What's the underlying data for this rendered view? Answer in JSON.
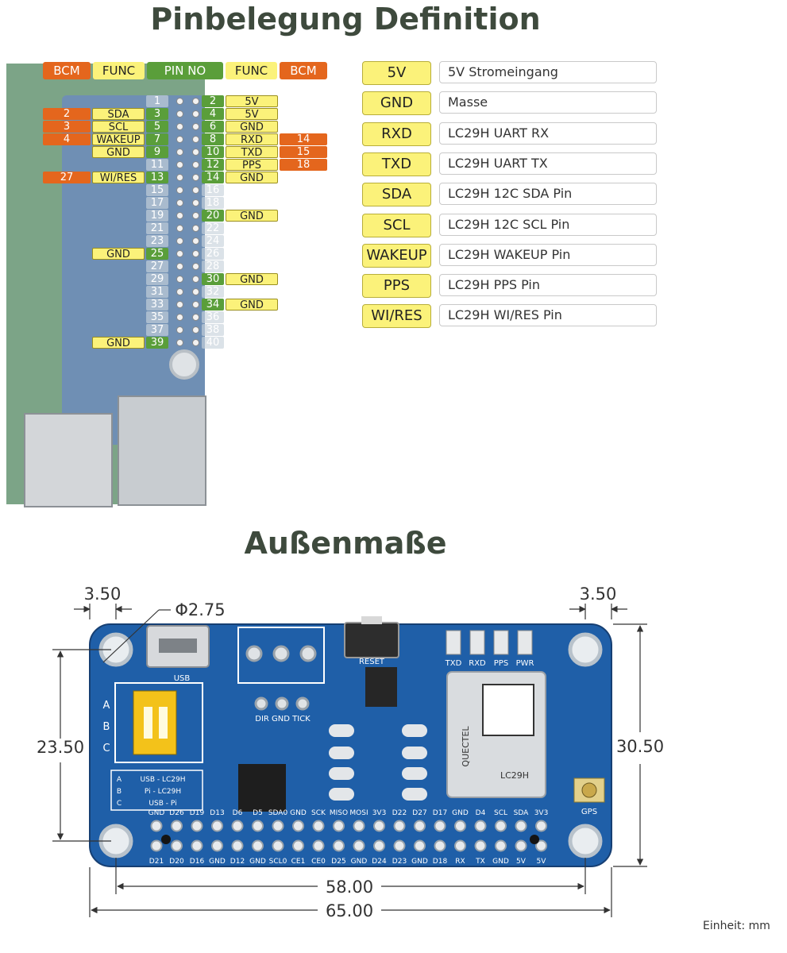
{
  "titles": {
    "pinout": "Pinbelegung Definition",
    "dims": "Außenmaße"
  },
  "header": {
    "bcm": "BCM",
    "func": "FUNC",
    "pin_no": "PIN NO"
  },
  "pins_left": [
    {
      "pin": "1",
      "func": "",
      "bcm": ""
    },
    {
      "pin": "3",
      "func": "SDA",
      "bcm": "2"
    },
    {
      "pin": "5",
      "func": "SCL",
      "bcm": "3"
    },
    {
      "pin": "7",
      "func": "WAKEUP",
      "bcm": "4"
    },
    {
      "pin": "9",
      "func": "GND",
      "bcm": ""
    },
    {
      "pin": "11",
      "func": "",
      "bcm": ""
    },
    {
      "pin": "13",
      "func": "WI/RES",
      "bcm": "27"
    },
    {
      "pin": "15",
      "func": "",
      "bcm": ""
    },
    {
      "pin": "17",
      "func": "",
      "bcm": ""
    },
    {
      "pin": "19",
      "func": "",
      "bcm": ""
    },
    {
      "pin": "21",
      "func": "",
      "bcm": ""
    },
    {
      "pin": "23",
      "func": "",
      "bcm": ""
    },
    {
      "pin": "25",
      "func": "GND",
      "bcm": ""
    },
    {
      "pin": "27",
      "func": "",
      "bcm": ""
    },
    {
      "pin": "29",
      "func": "",
      "bcm": ""
    },
    {
      "pin": "31",
      "func": "",
      "bcm": ""
    },
    {
      "pin": "33",
      "func": "",
      "bcm": ""
    },
    {
      "pin": "35",
      "func": "",
      "bcm": ""
    },
    {
      "pin": "37",
      "func": "",
      "bcm": ""
    },
    {
      "pin": "39",
      "func": "GND",
      "bcm": ""
    }
  ],
  "pins_right": [
    {
      "pin": "2",
      "func": "5V",
      "bcm": ""
    },
    {
      "pin": "4",
      "func": "5V",
      "bcm": ""
    },
    {
      "pin": "6",
      "func": "GND",
      "bcm": ""
    },
    {
      "pin": "8",
      "func": "RXD",
      "bcm": "14"
    },
    {
      "pin": "10",
      "func": "TXD",
      "bcm": "15"
    },
    {
      "pin": "12",
      "func": "PPS",
      "bcm": "18"
    },
    {
      "pin": "14",
      "func": "GND",
      "bcm": ""
    },
    {
      "pin": "16",
      "func": "",
      "bcm": ""
    },
    {
      "pin": "18",
      "func": "",
      "bcm": ""
    },
    {
      "pin": "20",
      "func": "GND",
      "bcm": ""
    },
    {
      "pin": "22",
      "func": "",
      "bcm": ""
    },
    {
      "pin": "24",
      "func": "",
      "bcm": ""
    },
    {
      "pin": "26",
      "func": "",
      "bcm": ""
    },
    {
      "pin": "28",
      "func": "",
      "bcm": ""
    },
    {
      "pin": "30",
      "func": "GND",
      "bcm": ""
    },
    {
      "pin": "32",
      "func": "",
      "bcm": ""
    },
    {
      "pin": "34",
      "func": "GND",
      "bcm": ""
    },
    {
      "pin": "36",
      "func": "",
      "bcm": ""
    },
    {
      "pin": "38",
      "func": "",
      "bcm": ""
    },
    {
      "pin": "40",
      "func": "",
      "bcm": ""
    }
  ],
  "legend": [
    {
      "key": "5V",
      "desc": "5V Stromeingang"
    },
    {
      "key": "GND",
      "desc": "Masse"
    },
    {
      "key": "RXD",
      "desc": "LC29H UART RX"
    },
    {
      "key": "TXD",
      "desc": "LC29H UART TX"
    },
    {
      "key": "SDA",
      "desc": "LC29H 12C SDA Pin"
    },
    {
      "key": "SCL",
      "desc": "LC29H 12C SCL Pin"
    },
    {
      "key": "WAKEUP",
      "desc": "LC29H WAKEUP Pin"
    },
    {
      "key": "PPS",
      "desc": "LC29H PPS Pin"
    },
    {
      "key": "WI/RES",
      "desc": "LC29H WI/RES Pin"
    }
  ],
  "dimensions": {
    "hole_offset_left": "3.50",
    "hole_offset_right": "3.50",
    "hole_diameter": "Φ2.75",
    "hole_spacing_v": "23.50",
    "height": "30.50",
    "hole_spacing_h": "58.00",
    "width": "65.00"
  },
  "board_labels": {
    "usb": "USB",
    "reset": "RESET",
    "leds": [
      "TXD",
      "RXD",
      "PPS",
      "PWR"
    ],
    "dir_row": "DIR GND TICK",
    "gps": "GPS",
    "switch_letters": [
      "A",
      "B",
      "C"
    ],
    "switch_table": [
      {
        "k": "A",
        "v": "USB - LC29H"
      },
      {
        "k": "B",
        "v": "Pi - LC29H"
      },
      {
        "k": "C",
        "v": "USB - Pi"
      }
    ],
    "chip": "LC29H",
    "brand": "QUECTEL",
    "top_row": [
      "GND",
      "D26",
      "D19",
      "D13",
      "D6",
      "D5",
      "SDA0",
      "GND",
      "SCK",
      "MISO",
      "MOSI",
      "3V3",
      "D22",
      "D27",
      "D17",
      "GND",
      "D4",
      "SCL",
      "SDA",
      "3V3"
    ],
    "bottom_row": [
      "D21",
      "D20",
      "D16",
      "GND",
      "D12",
      "GND",
      "SCL0",
      "CE1",
      "CE0",
      "D25",
      "GND",
      "D24",
      "D23",
      "GND",
      "D18",
      "RX",
      "TX",
      "GND",
      "5V",
      "5V"
    ]
  },
  "unit": "Einheit: mm",
  "colors": {
    "bcm": "#e4661d",
    "func": "#fbf27a",
    "pin": "#5a9e3a",
    "pcb_blue": "#1f5fa8"
  }
}
